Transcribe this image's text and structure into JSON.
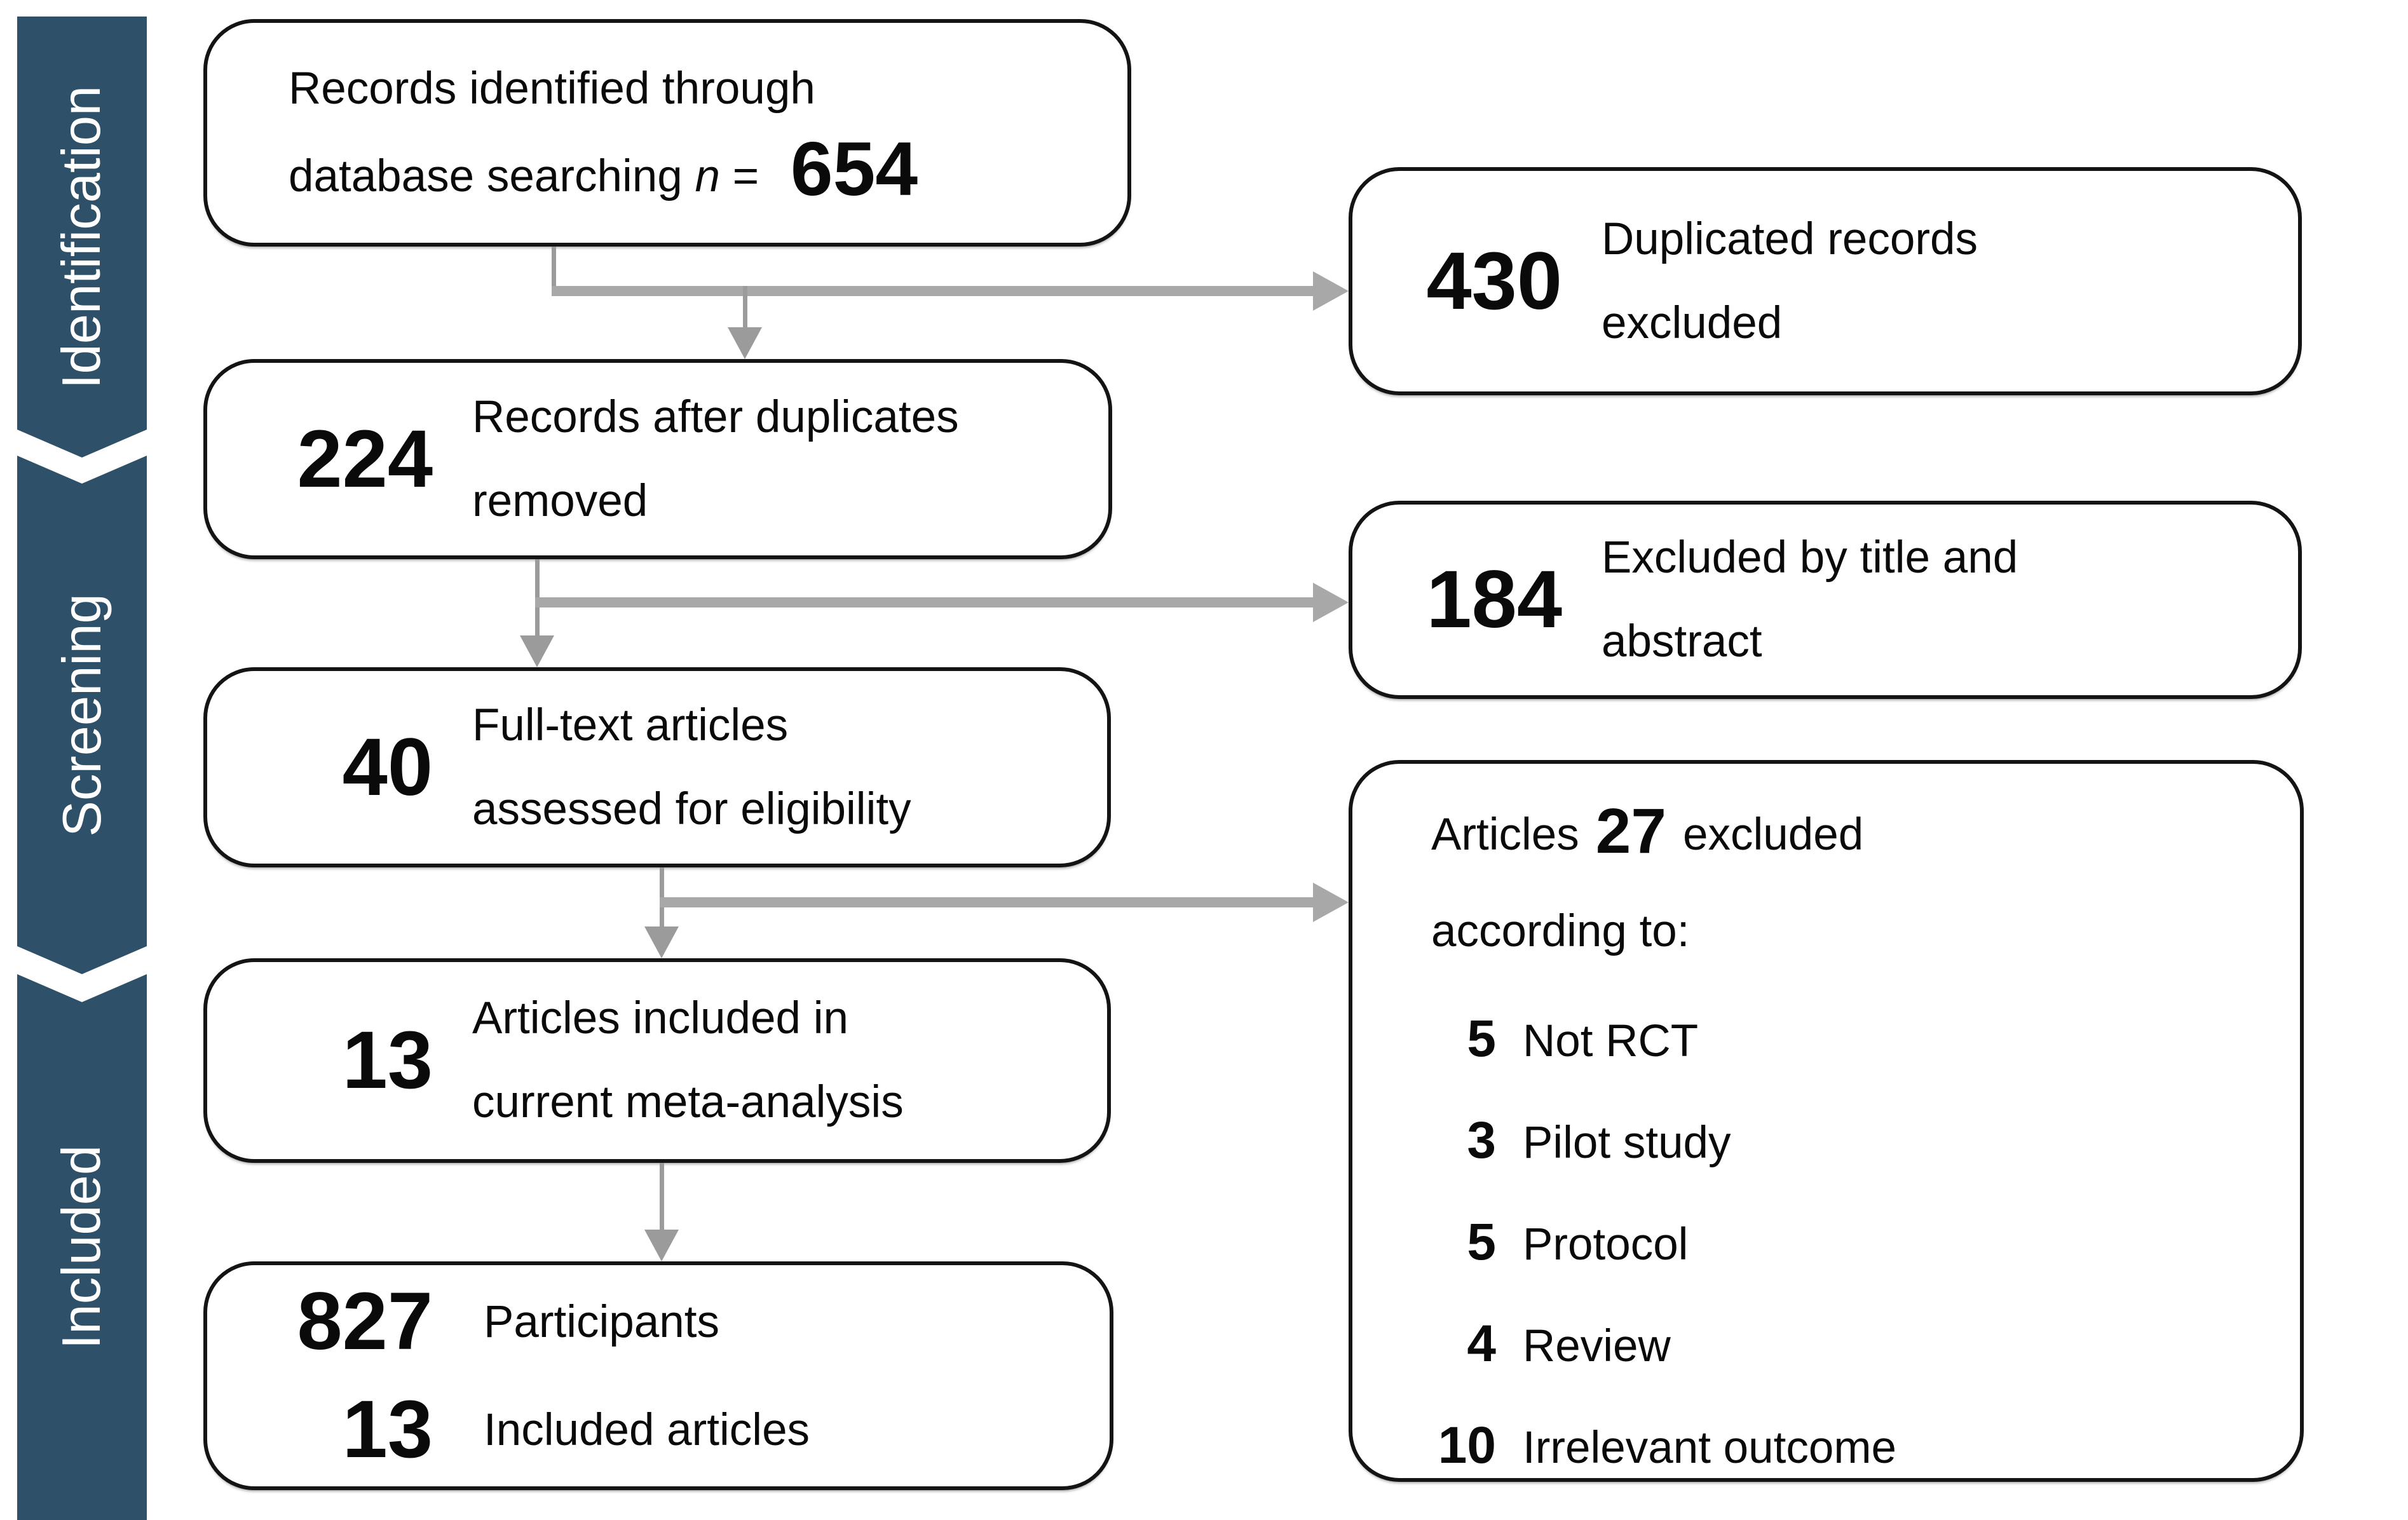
{
  "colors": {
    "sidebar": "#2E5068",
    "box_border": "#141414",
    "arrow_thin": "#9b9b9b",
    "arrow_thick": "#a8a8a8",
    "background": "#ffffff",
    "text": "#0a0a0a",
    "sidebar_text": "#ffffff"
  },
  "sidebar": {
    "sections": [
      {
        "label": "Identification"
      },
      {
        "label": "Screening"
      },
      {
        "label": "Included"
      }
    ]
  },
  "flow": {
    "identified": {
      "line1": "Records identified through",
      "line2": "database searching",
      "n_var": "n",
      "equals": "=",
      "count": "654"
    },
    "duplicates_excluded": {
      "count": "430",
      "line1": "Duplicated records",
      "line2": "excluded"
    },
    "after_duplicates": {
      "count": "224",
      "line1": "Records after duplicates",
      "line2": "removed"
    },
    "title_abstract_excluded": {
      "count": "184",
      "line1": "Excluded by title and",
      "line2": "abstract"
    },
    "fulltext_assessed": {
      "count": "40",
      "line1": "Full-text articles",
      "line2": "assessed for eligibility"
    },
    "articles_excluded": {
      "prefix": "Articles",
      "count": "27",
      "suffix": "excluded",
      "line2": "according to:",
      "reasons": [
        {
          "count": "5",
          "label": "Not RCT"
        },
        {
          "count": "3",
          "label": "Pilot study"
        },
        {
          "count": "5",
          "label": "Protocol"
        },
        {
          "count": "4",
          "label": "Review"
        },
        {
          "count": "10",
          "label": "Irrelevant outcome"
        }
      ]
    },
    "included_meta": {
      "count": "13",
      "line1": "Articles included in",
      "line2": "current meta-analysis"
    },
    "final": {
      "rows": [
        {
          "count": "827",
          "label": "Participants"
        },
        {
          "count": "13",
          "label": "Included articles"
        }
      ]
    }
  }
}
